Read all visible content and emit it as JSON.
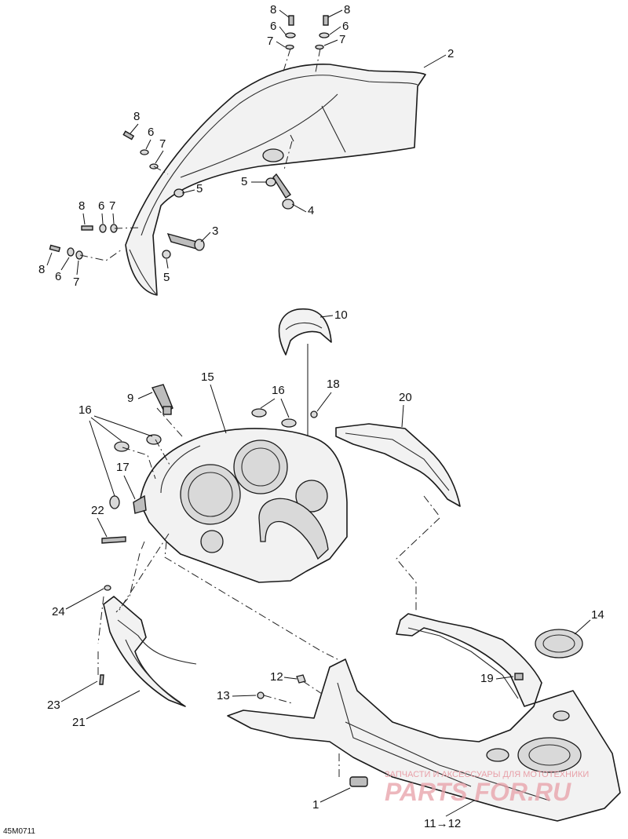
{
  "callouts": {
    "c1": "1",
    "c2": "2",
    "c3": "3",
    "c4": "4",
    "c5a": "5",
    "c5b": "5",
    "c5c": "5",
    "c6a": "6",
    "c6b": "6",
    "c6c": "6",
    "c6d": "6",
    "c6e": "6",
    "c7a": "7",
    "c7b": "7",
    "c7c": "7",
    "c7d": "7",
    "c7e": "7",
    "c8a": "8",
    "c8b": "8",
    "c8c": "8",
    "c8d": "8",
    "c8e": "8",
    "c9": "9",
    "c10": "10",
    "c12": "12",
    "c13": "13",
    "c14": "14",
    "c15": "15",
    "c16a": "16",
    "c16b": "16",
    "c17": "17",
    "c18": "18",
    "c19": "19",
    "c20": "20",
    "c21": "21",
    "c22": "22",
    "c23": "23",
    "c24": "24",
    "c11to12": "11→12"
  },
  "reference_code": "45M0711",
  "watermark": {
    "tagline": "ЗАПЧАСТИ И АКСЕССУАРЫ ДЛЯ МОТОТЕХНИКИ",
    "brand": "PARTS FOR.RU"
  }
}
